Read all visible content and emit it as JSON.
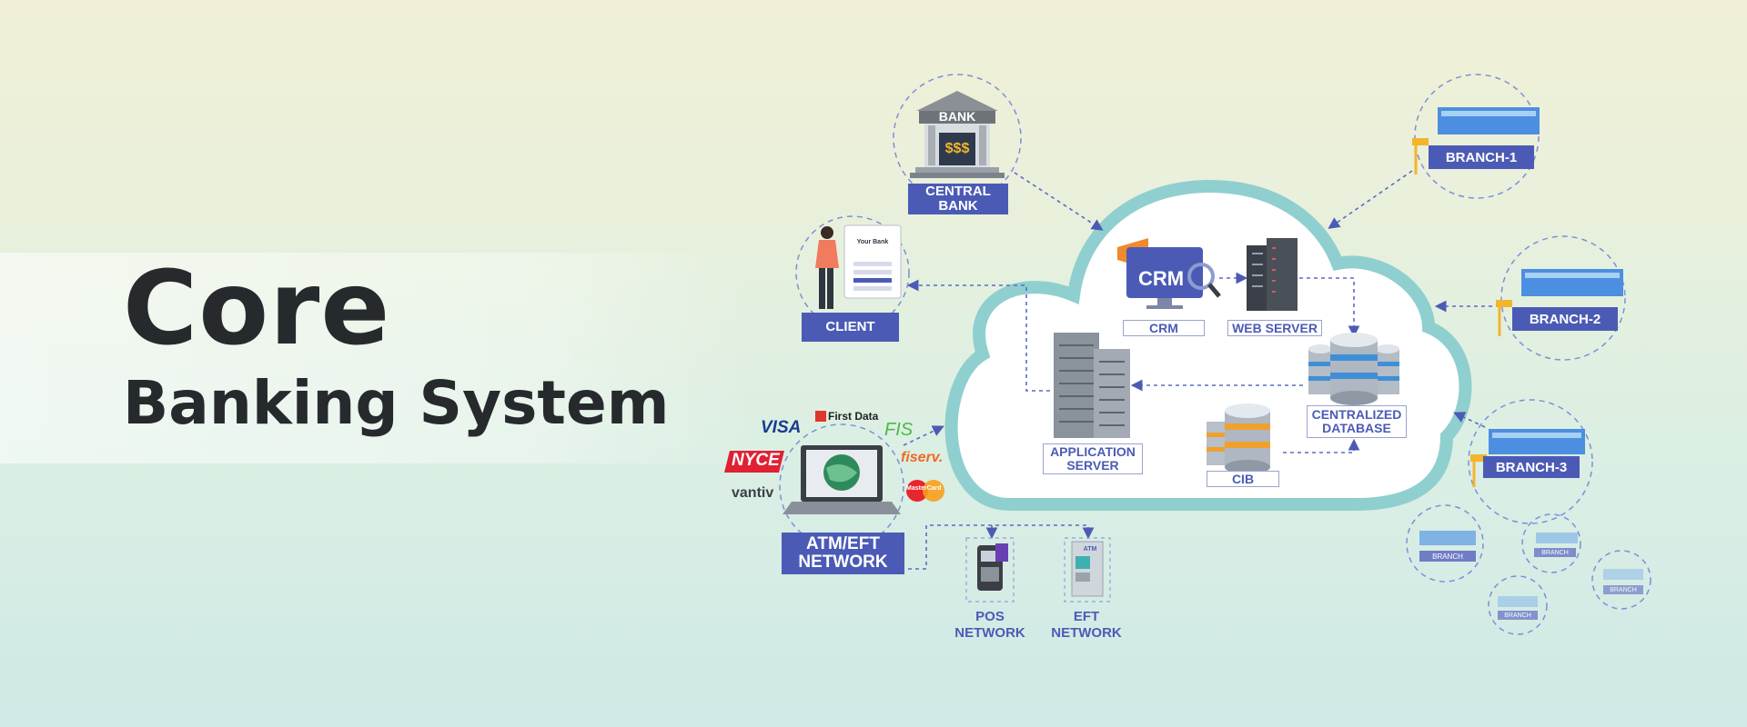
{
  "title": {
    "line1": "Core",
    "line2": "Banking System"
  },
  "nodes": {
    "central_bank": {
      "sign": "BANK",
      "money": "$$$",
      "label": "CENTRAL\nBANK"
    },
    "client": {
      "label": "CLIENT",
      "card_title": "Your Bank"
    },
    "atm_eft": {
      "label": "ATM/EFT\nNETWORK"
    },
    "pos": {
      "label": "POS\nNETWORK"
    },
    "eft": {
      "label": "EFT\nNETWORK",
      "sign": "ATM"
    },
    "crm": {
      "label": "CRM",
      "screen": "CRM"
    },
    "web_server": {
      "label": "WEB SERVER"
    },
    "app_server": {
      "label": "APPLICATION\nSERVER"
    },
    "database": {
      "label": "CENTRALIZED\nDATABASE"
    },
    "cib": {
      "label": "CIB"
    },
    "branch1": {
      "label": "BRANCH-1"
    },
    "branch2": {
      "label": "BRANCH-2"
    },
    "branch3": {
      "label": "BRANCH-3"
    },
    "small_branch": {
      "label": "BRANCH"
    }
  },
  "brands": {
    "visa": "VISA",
    "firstdata": "First Data",
    "fis": "FIS",
    "nyce": "NYCE",
    "fiserv": "fiserv.",
    "vantiv": "vantiv",
    "mastercard": "MasterCard"
  },
  "colors": {
    "accent": "#4b5bb5",
    "cloud_border": "#8fcfcf",
    "dashed": "#5b6bc4",
    "title": "#262a2d"
  }
}
